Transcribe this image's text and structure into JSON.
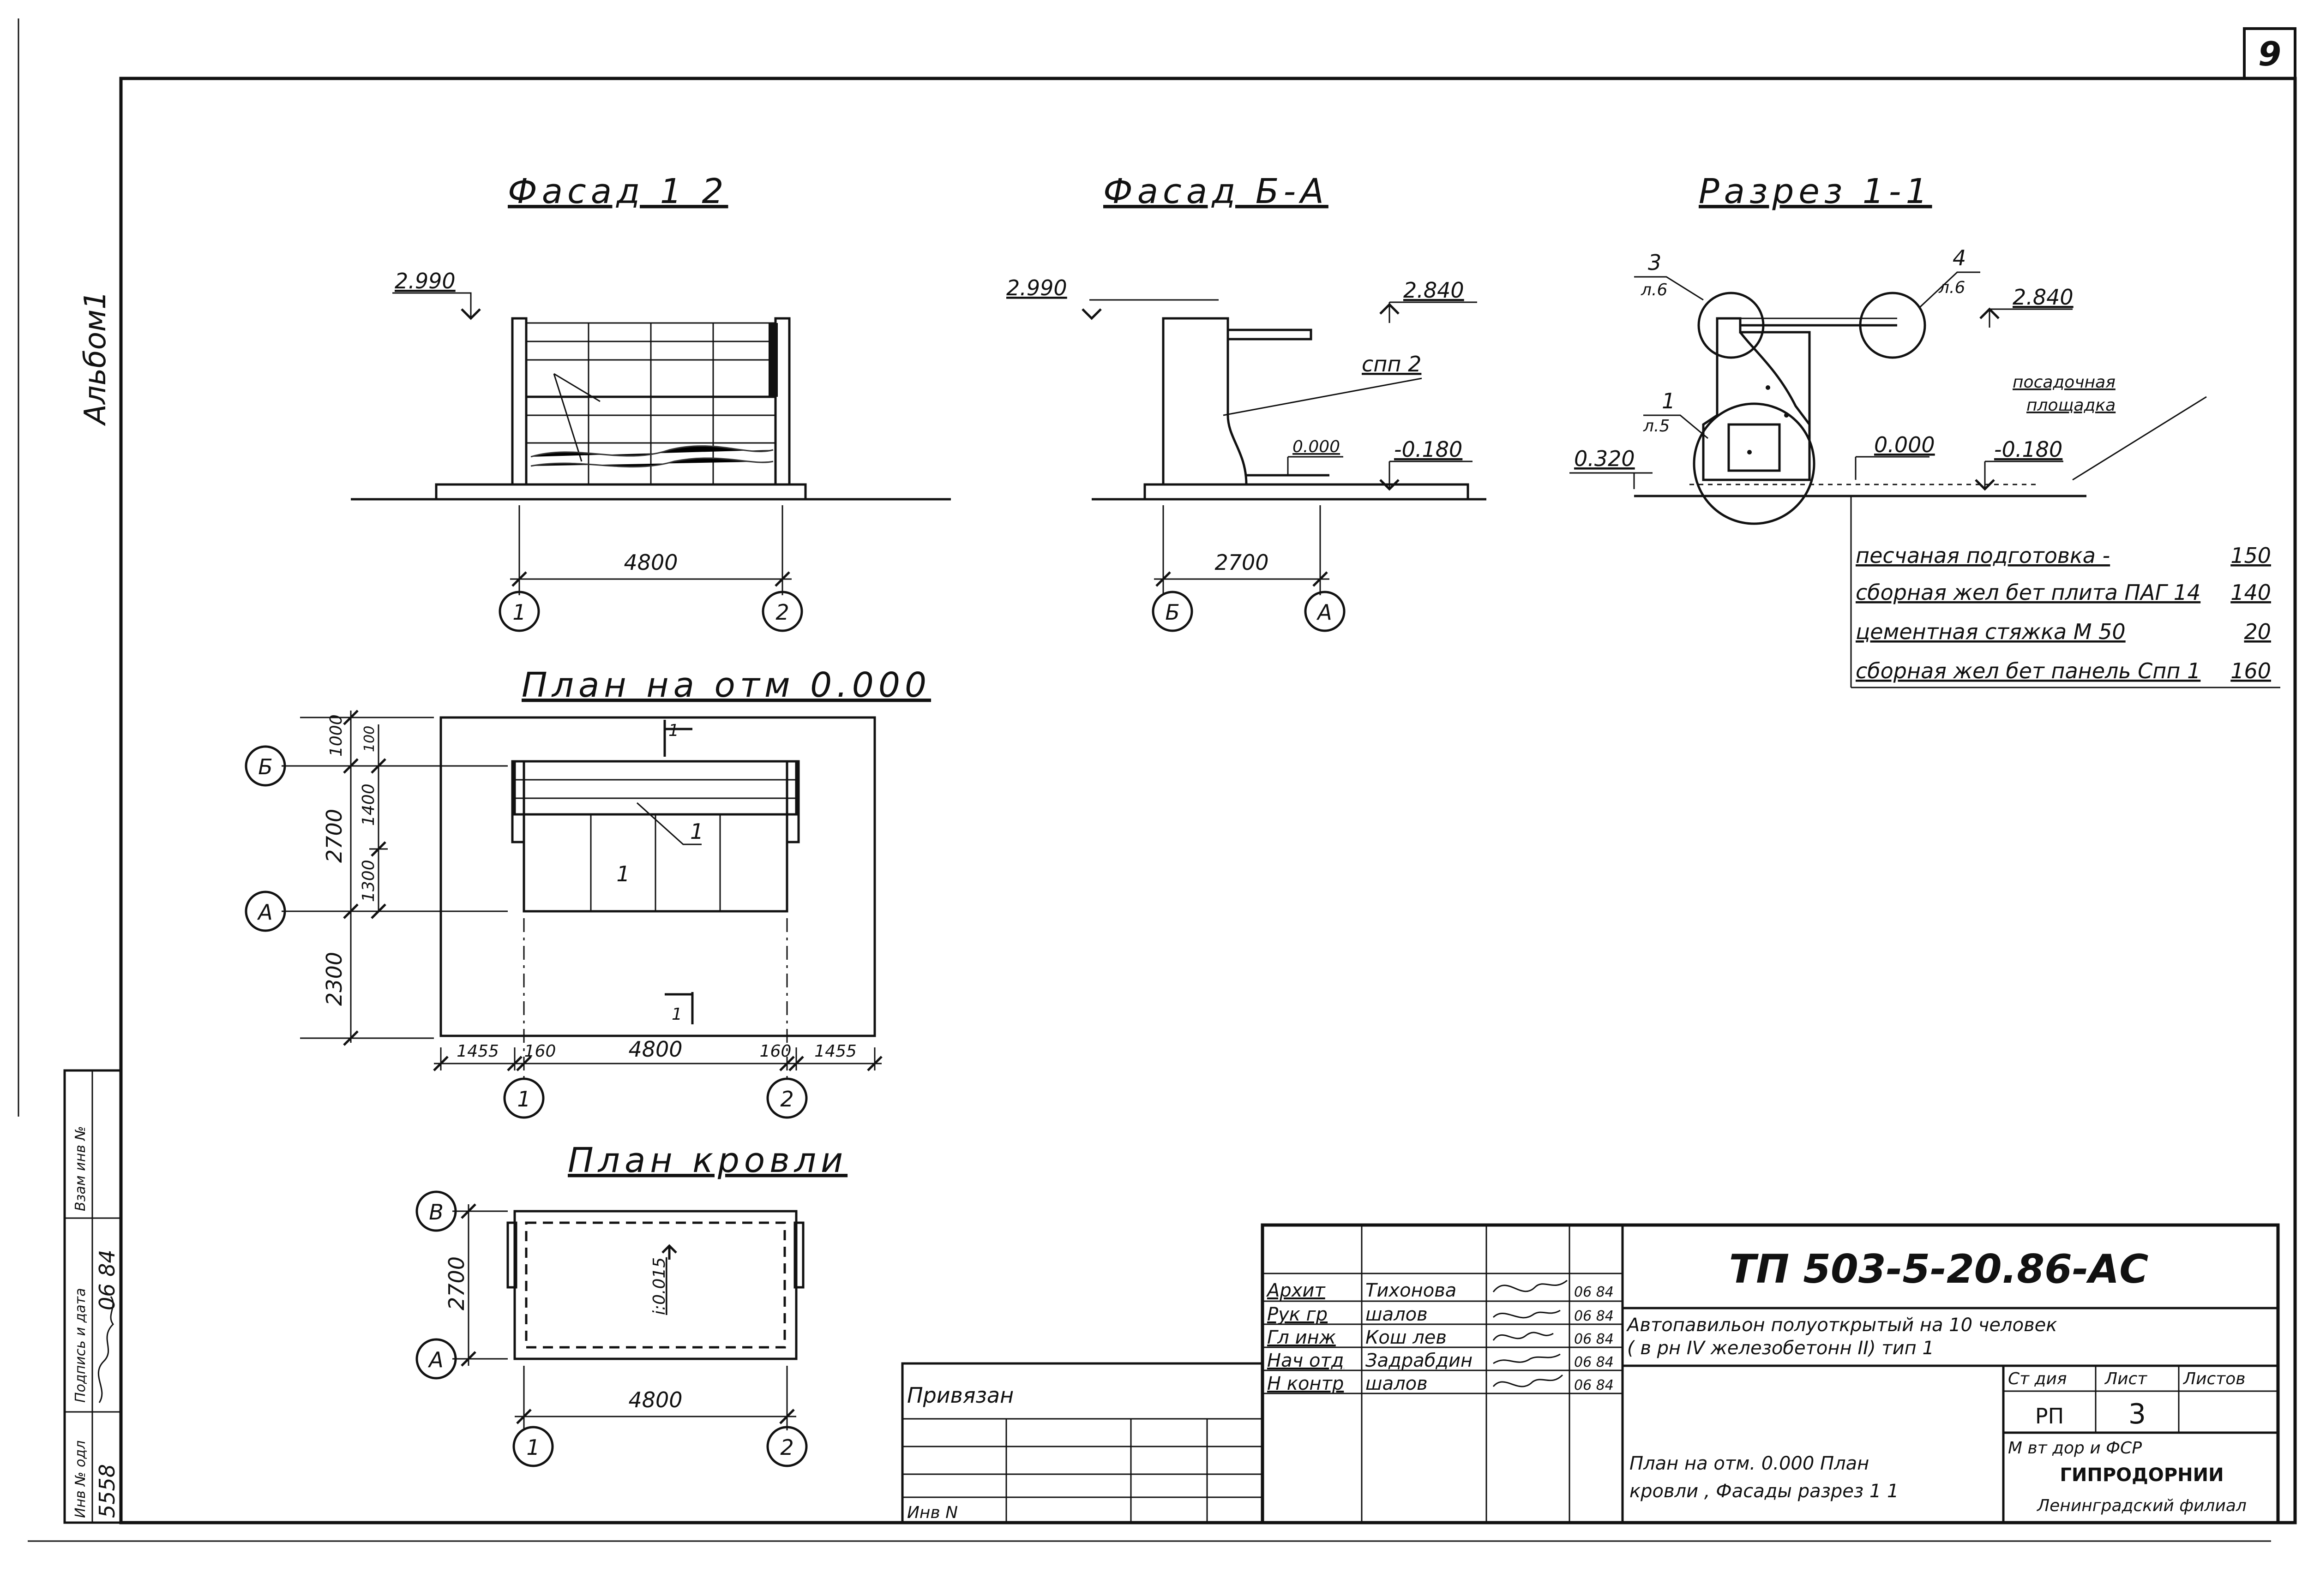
{
  "sheet": {
    "page_number": "9",
    "side_label": "Альбом1"
  },
  "left_stamp": {
    "headers": [
      "Инв № одл",
      "Подпись и дата",
      "Взам инв №"
    ],
    "inv_number": "5558",
    "date": "06 84"
  },
  "facade_12": {
    "title": "Фасад 1 2",
    "level_top": "2.990",
    "dim_width": "4800",
    "axis_left": "1",
    "axis_right": "2"
  },
  "facade_ba": {
    "title": "Фасад Б-А",
    "level_top": "2.990",
    "level_roof": "2.840",
    "label_panel": "спп 2",
    "level_floor": "0.000",
    "level_ground": "-0.180",
    "dim_width": "2700",
    "axis_left": "Б",
    "axis_right": "А"
  },
  "section_11": {
    "title": "Разрез 1-1",
    "callout_3": "3",
    "callout_3_sheet": "л.6",
    "callout_4": "4",
    "callout_4_sheet": "л.6",
    "callout_1": "1",
    "callout_1_sheet": "л.5",
    "level_roof": "2.840",
    "level_floor": "0.000",
    "level_ground": "-0.180",
    "level_base": "0.320",
    "label_area_1": "посадочная",
    "label_area_2": "площадка",
    "layers": [
      {
        "name": "песчаная подготовка  -",
        "value": "150"
      },
      {
        "name": "сборная жел бет плита ПАГ 14",
        "value": "140"
      },
      {
        "name": "цементная стяжка М 50",
        "value": "20"
      },
      {
        "name": "сборная жел бет панель Спп 1",
        "value": "160"
      }
    ]
  },
  "plan_0000": {
    "title": "План на отм 0.000",
    "axis_b": "Б",
    "axis_a": "А",
    "axis_1": "1",
    "axis_2": "2",
    "dims_left": [
      "1000",
      "2700",
      "2300"
    ],
    "dims_inner": [
      "100",
      "1400",
      "1300"
    ],
    "dims_bottom": [
      "1455",
      "160",
      "4800",
      "160",
      "1455"
    ],
    "section_mark": "1",
    "room_mark": "1"
  },
  "roof_plan": {
    "title": "План кровли",
    "axis_b": "В",
    "axis_a": "А",
    "axis_1": "1",
    "axis_2": "2",
    "dim_height": "2700",
    "dim_width": "4800",
    "slope": "i:0.015"
  },
  "title_block": {
    "doc_code": "ТП 503-5-20.86-АС",
    "description_1": "Автопавильон полуоткрытый на 10 человек",
    "description_2": "( в рн IV железобетонн II) тип 1",
    "sheet_title_1": "План на отм. 0.000 План",
    "sheet_title_2": "кровли , Фасады разрез 1 1",
    "stage_header": "Ст дия",
    "sheet_header": "Лист",
    "sheets_header": "Листов",
    "stage": "РП",
    "sheet_no": "3",
    "org_1": "М    вт дор  и  ФСР",
    "org_2": "ГИПРОДОРНИИ",
    "org_3": "Ленинградский филиал",
    "roles": [
      {
        "role": "Архит",
        "name": "Тихонова",
        "date": "06 84"
      },
      {
        "role": "Рук гр",
        "name": "шалов",
        "date": "06 84"
      },
      {
        "role": "Гл инж",
        "name": "Кош лев",
        "date": "06 84"
      },
      {
        "role": "Нач отд",
        "name": "Задрабдин",
        "date": "06 84"
      },
      {
        "role": "Н контр",
        "name": "шалов",
        "date": "06 84"
      }
    ],
    "tied_label": "Привязан",
    "inv_label": "Инв N"
  }
}
